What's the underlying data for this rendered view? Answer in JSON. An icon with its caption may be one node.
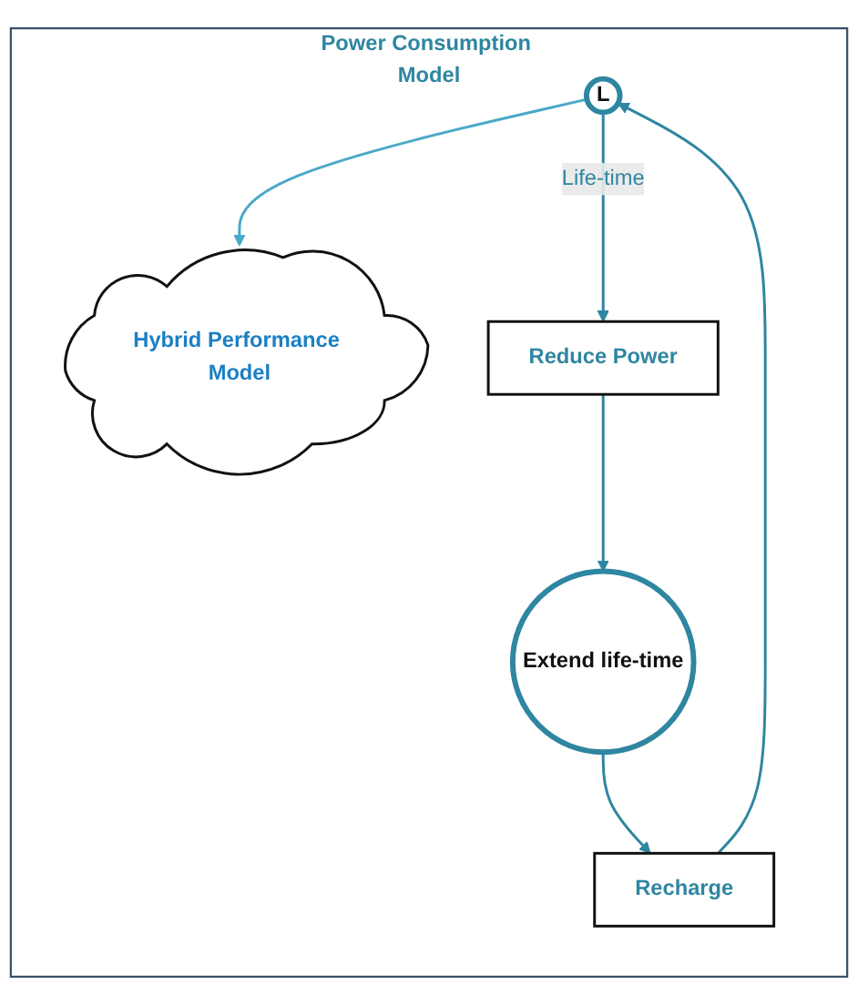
{
  "diagram": {
    "nodes": [
      {
        "text": [
          "Power Consumption Model"
        ]
      },
      {
        "text": [
          "Hybrid Performance Model"
        ],
        "in": 0
      },
      {
        "text": [
          "L"
        ],
        "in": 0
      },
      {
        "text": [
          "Reduce Power"
        ],
        "in": 0
      },
      {
        "text": [
          "Extend life-time"
        ],
        "in": 0
      },
      {
        "text": [
          "Recharge"
        ],
        "in": 0
      }
    ],
    "edges": [
      {
        "from": 2,
        "to": 1,
        "arrow": "to",
        "color": "#4aa8c8"
      },
      {
        "from": 2,
        "to": 3,
        "arrow": "to",
        "label": "Life-time"
      },
      {
        "from": 3,
        "to": 4,
        "arrow": "to"
      },
      {
        "from": 4,
        "to": 5,
        "arrow": "to"
      },
      {
        "from": 5,
        "to": 2,
        "arrow": "to"
      }
    ]
  }
}
